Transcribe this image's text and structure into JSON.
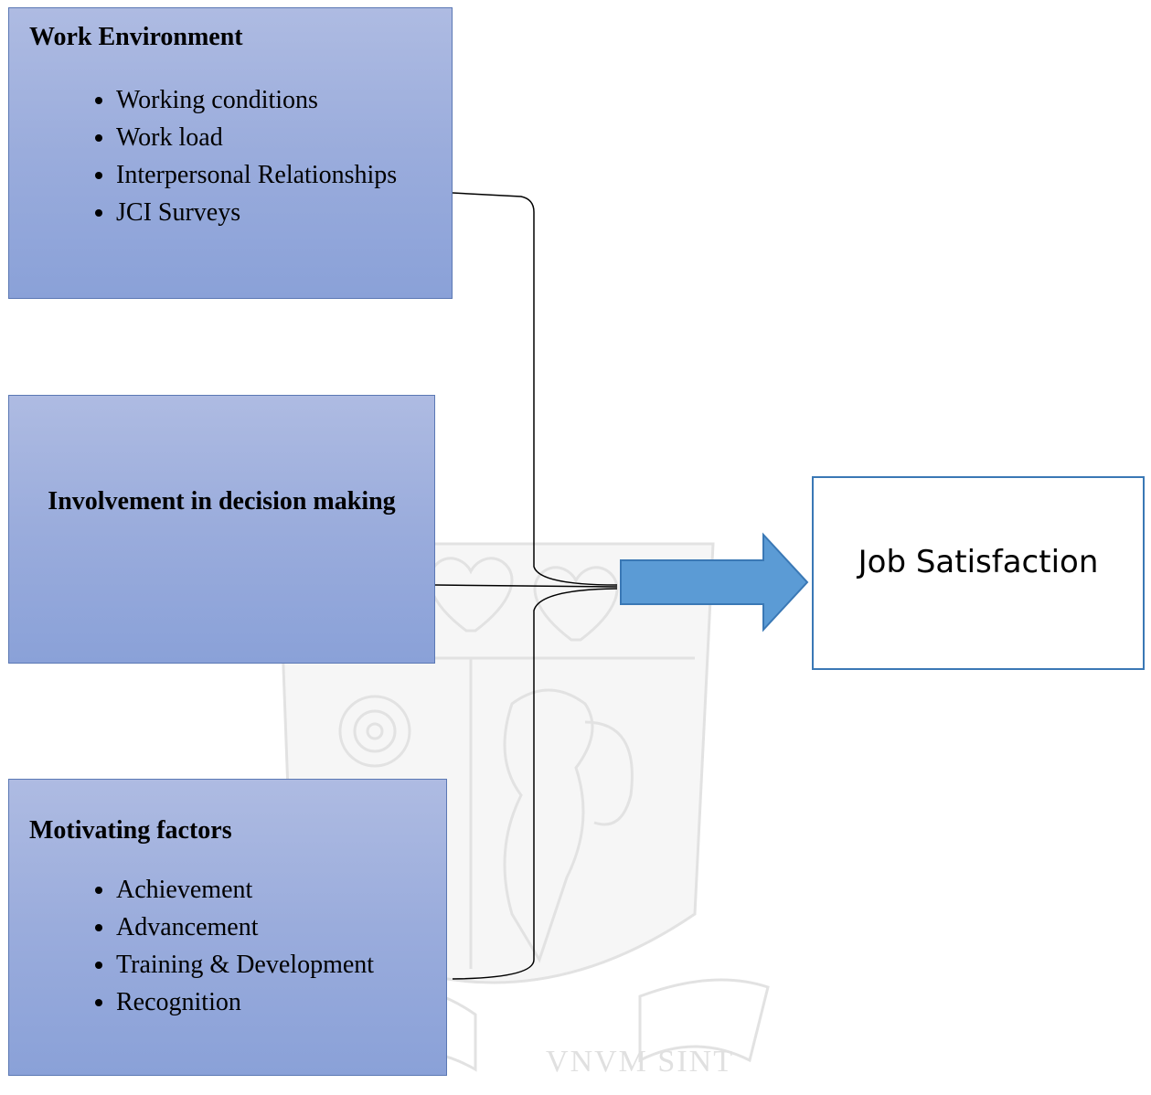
{
  "nodes": {
    "work_environment": {
      "title": "Work Environment",
      "items": [
        "Working conditions",
        "Work load",
        "Interpersonal Relationships",
        "JCI Surveys"
      ]
    },
    "involvement": {
      "title": "Involvement in decision making"
    },
    "motivating": {
      "title": "Motivating factors",
      "items": [
        "Achievement",
        "Advancement",
        "Training & Development",
        "Recognition"
      ]
    },
    "job_satisfaction": {
      "label": "Job Satisfaction"
    }
  },
  "edges": [
    {
      "from": "Work Environment",
      "to": "Job Satisfaction"
    },
    {
      "from": "Involvement in decision making",
      "to": "Job Satisfaction"
    },
    {
      "from": "Motivating factors",
      "to": "Job Satisfaction"
    }
  ],
  "watermark": {
    "motto": "VNVM SINT",
    "icons": [
      "heart-icon",
      "heart-icon",
      "rose-icon",
      "lion-icon"
    ]
  },
  "colors": {
    "box_fill_top": "#aebbe2",
    "box_fill_bottom": "#8aa1d8",
    "box_border": "#5b78b4",
    "arrow_fill": "#5b9bd5",
    "arrow_border": "#3a78b5",
    "target_border": "#3a78b5"
  }
}
